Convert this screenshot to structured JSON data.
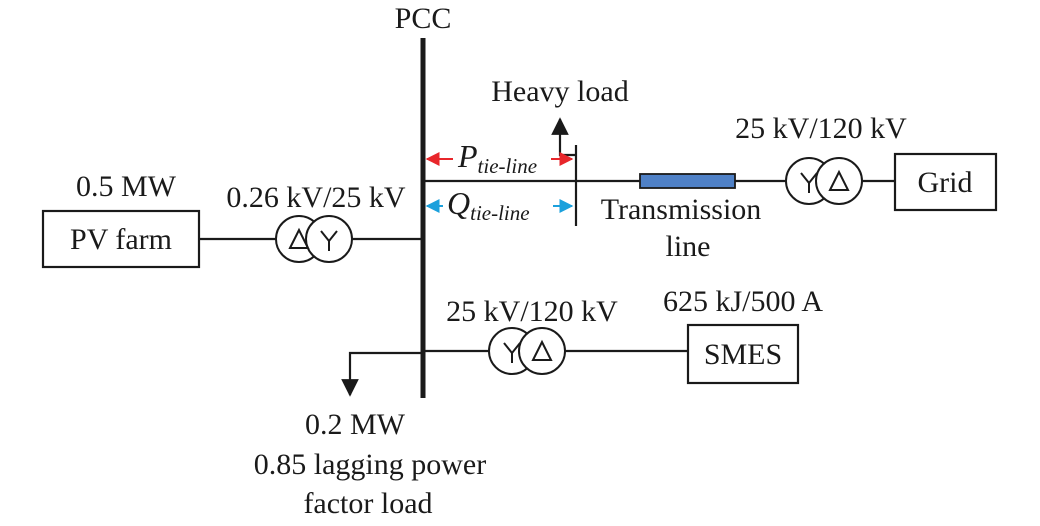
{
  "bus": {
    "label": "PCC"
  },
  "pv": {
    "rating": "0.5 MW",
    "name": "PV farm",
    "transformer": "0.26 kV/25 kV"
  },
  "heavy_load": {
    "label": "Heavy load"
  },
  "tie_line": {
    "p_main": "P",
    "p_sub": "tie-line",
    "q_main": "Q",
    "q_sub": "tie-line",
    "p_arrow_color": "#e8262b",
    "q_arrow_color": "#1ba0dc"
  },
  "transmission": {
    "line1": "Transmission",
    "line2": "line",
    "fill_color": "#4f81c7"
  },
  "grid": {
    "name": "Grid",
    "transformer": "25 kV/120 kV"
  },
  "smes": {
    "name": "SMES",
    "transformer": "25 kV/120 kV",
    "rating": "625 kJ/500 A"
  },
  "pf_load": {
    "line1": "0.2 MW",
    "line2": "0.85 lagging power",
    "line3": "factor load"
  }
}
